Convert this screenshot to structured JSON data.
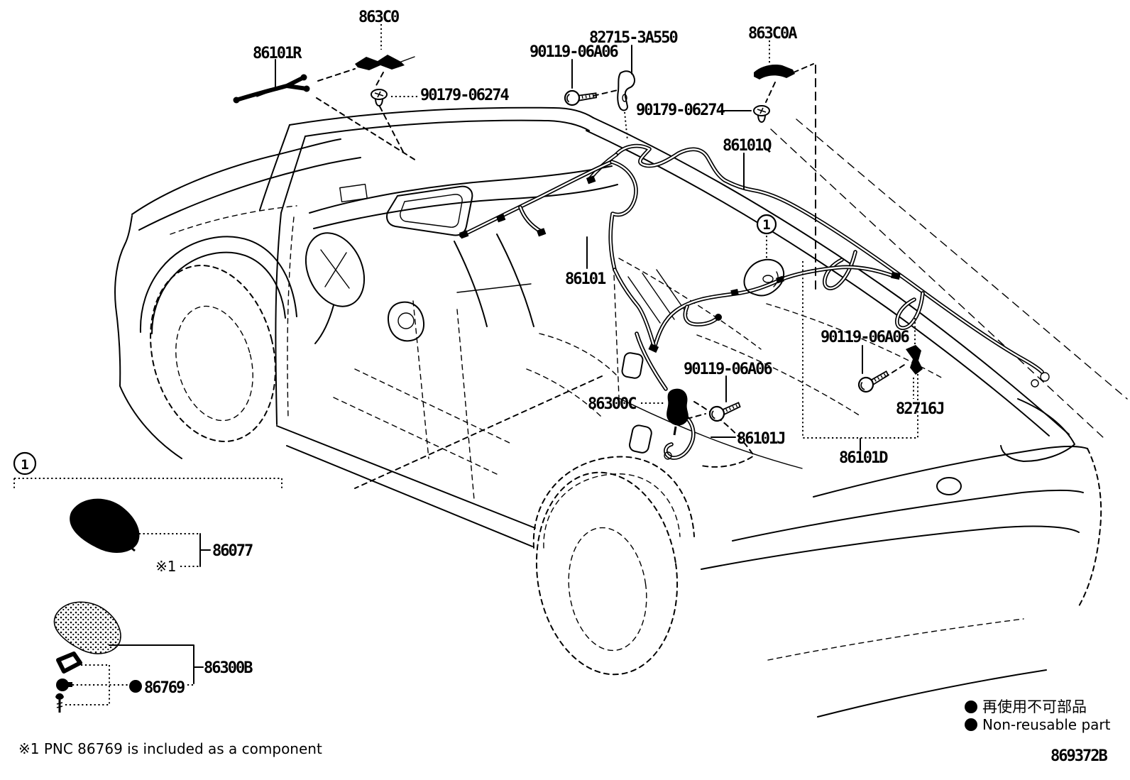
{
  "figure": {
    "type": "parts-diagram",
    "drawing_number": "869372B",
    "footnote": "※1 PNC 86769 is included as a component",
    "ref_mark": "※1",
    "detail_callout": "1",
    "legend": {
      "label_jp": "再使用不可部品",
      "label_en": "Non-reusable part"
    },
    "parts": {
      "p863C0": "863C0",
      "p86101R": "86101R",
      "p82715_3A550": "82715-3A550",
      "p90119_06A06": "90119-06A06",
      "p863C0A": "863C0A",
      "p90179_06274": "90179-06274",
      "p86101Q": "86101Q",
      "p86101": "86101",
      "p86300C": "86300C",
      "p82716J": "82716J",
      "p86101J": "86101J",
      "p86101D": "86101D",
      "p86077": "86077",
      "p86300B": "86300B",
      "p86769": "86769"
    },
    "colors": {
      "ink": "#000000",
      "paper": "#ffffff"
    }
  }
}
